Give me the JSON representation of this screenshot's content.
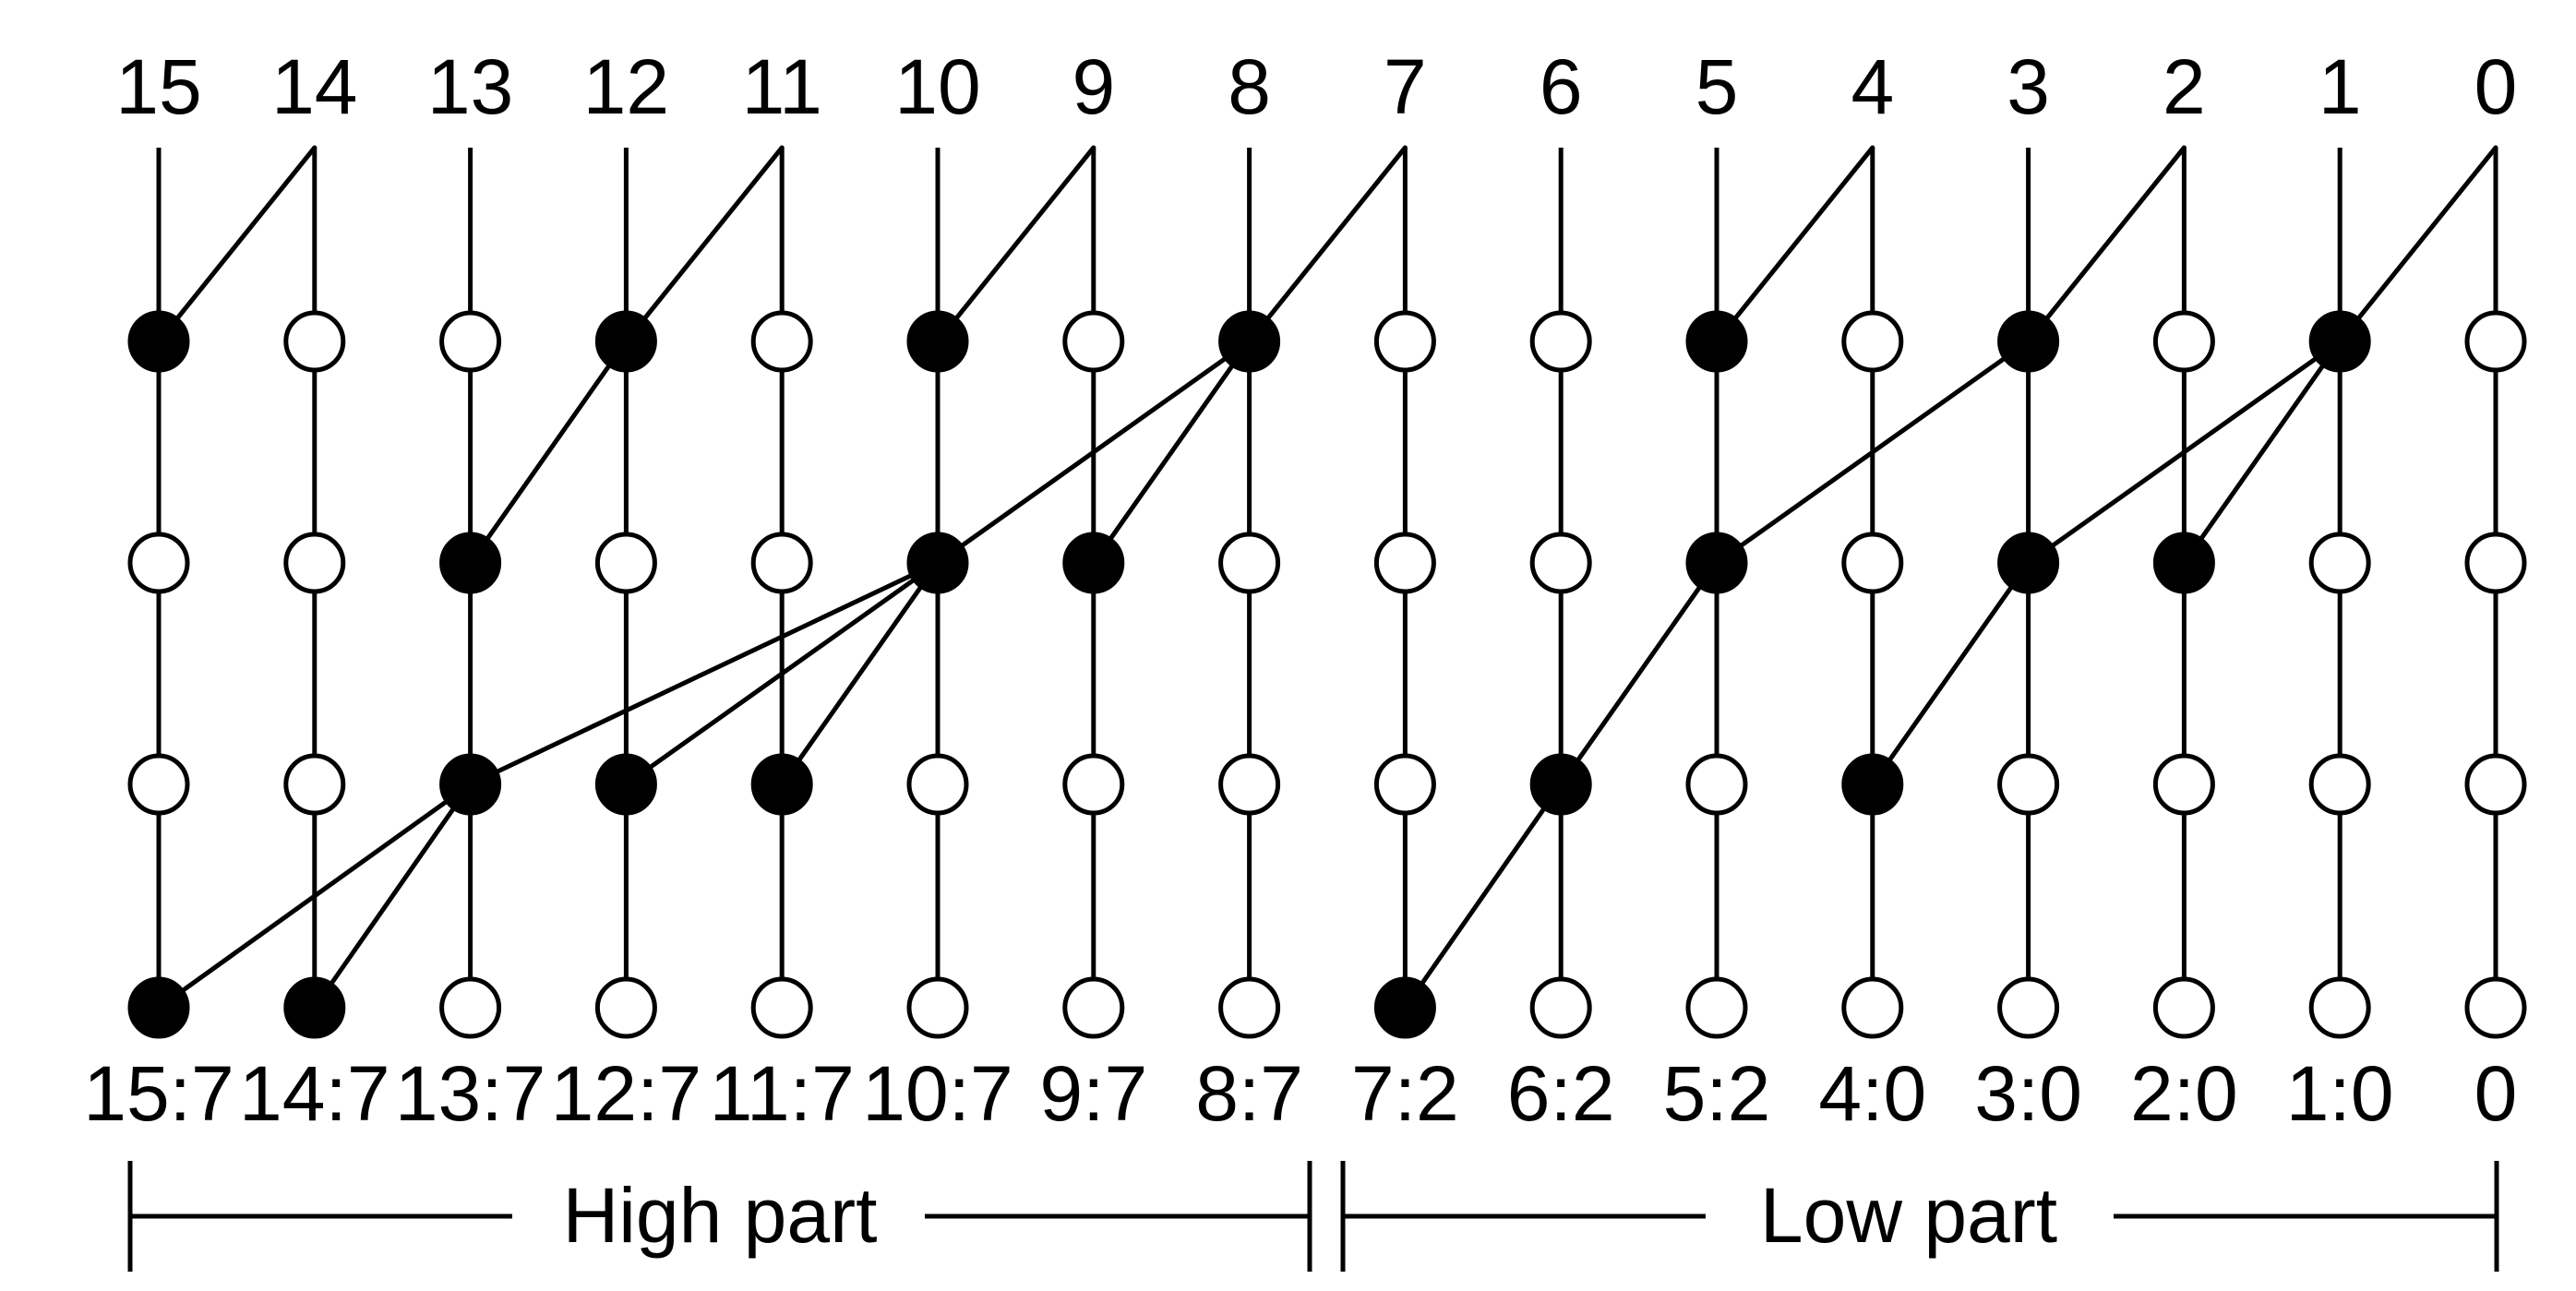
{
  "top_labels": [
    "15",
    "14",
    "13",
    "12",
    "11",
    "10",
    "9",
    "8",
    "7",
    "6",
    "5",
    "4",
    "3",
    "2",
    "1",
    "0"
  ],
  "bottom_labels": [
    "15:7",
    "14:7",
    "13:7",
    "12:7",
    "11:7",
    "10:7",
    "9:7",
    "8:7",
    "7:2",
    "6:2",
    "5:2",
    "4:0",
    "3:0",
    "2:0",
    "1:0",
    "0"
  ],
  "parts": {
    "high": "High part",
    "low": "Low part"
  },
  "filled_nodes": [
    [
      0,
      1
    ],
    [
      3,
      1
    ],
    [
      5,
      1
    ],
    [
      7,
      1
    ],
    [
      10,
      1
    ],
    [
      12,
      1
    ],
    [
      14,
      1
    ],
    [
      2,
      2
    ],
    [
      5,
      2
    ],
    [
      6,
      2
    ],
    [
      10,
      2
    ],
    [
      12,
      2
    ],
    [
      13,
      2
    ],
    [
      2,
      3
    ],
    [
      3,
      3
    ],
    [
      4,
      3
    ],
    [
      9,
      3
    ],
    [
      11,
      3
    ],
    [
      0,
      4
    ],
    [
      1,
      4
    ],
    [
      8,
      4
    ]
  ],
  "edges": [
    [
      [
        1,
        0
      ],
      [
        0,
        1
      ]
    ],
    [
      [
        4,
        0
      ],
      [
        3,
        1
      ]
    ],
    [
      [
        6,
        0
      ],
      [
        5,
        1
      ]
    ],
    [
      [
        8,
        0
      ],
      [
        7,
        1
      ]
    ],
    [
      [
        11,
        0
      ],
      [
        10,
        1
      ]
    ],
    [
      [
        13,
        0
      ],
      [
        12,
        1
      ]
    ],
    [
      [
        15,
        0
      ],
      [
        14,
        1
      ]
    ],
    [
      [
        3,
        1
      ],
      [
        2,
        2
      ]
    ],
    [
      [
        7,
        1
      ],
      [
        5,
        2
      ]
    ],
    [
      [
        7,
        1
      ],
      [
        6,
        2
      ]
    ],
    [
      [
        12,
        1
      ],
      [
        10,
        2
      ]
    ],
    [
      [
        14,
        1
      ],
      [
        12,
        2
      ]
    ],
    [
      [
        14,
        1
      ],
      [
        13,
        2
      ]
    ],
    [
      [
        5,
        2
      ],
      [
        2,
        3
      ]
    ],
    [
      [
        5,
        2
      ],
      [
        3,
        3
      ]
    ],
    [
      [
        5,
        2
      ],
      [
        4,
        3
      ]
    ],
    [
      [
        10,
        2
      ],
      [
        9,
        3
      ]
    ],
    [
      [
        12,
        2
      ],
      [
        11,
        3
      ]
    ],
    [
      [
        2,
        3
      ],
      [
        0,
        4
      ]
    ],
    [
      [
        2,
        3
      ],
      [
        1,
        4
      ]
    ],
    [
      [
        9,
        3
      ],
      [
        8,
        4
      ]
    ]
  ],
  "colors": {
    "ink": "#000000",
    "background": "#ffffff"
  }
}
